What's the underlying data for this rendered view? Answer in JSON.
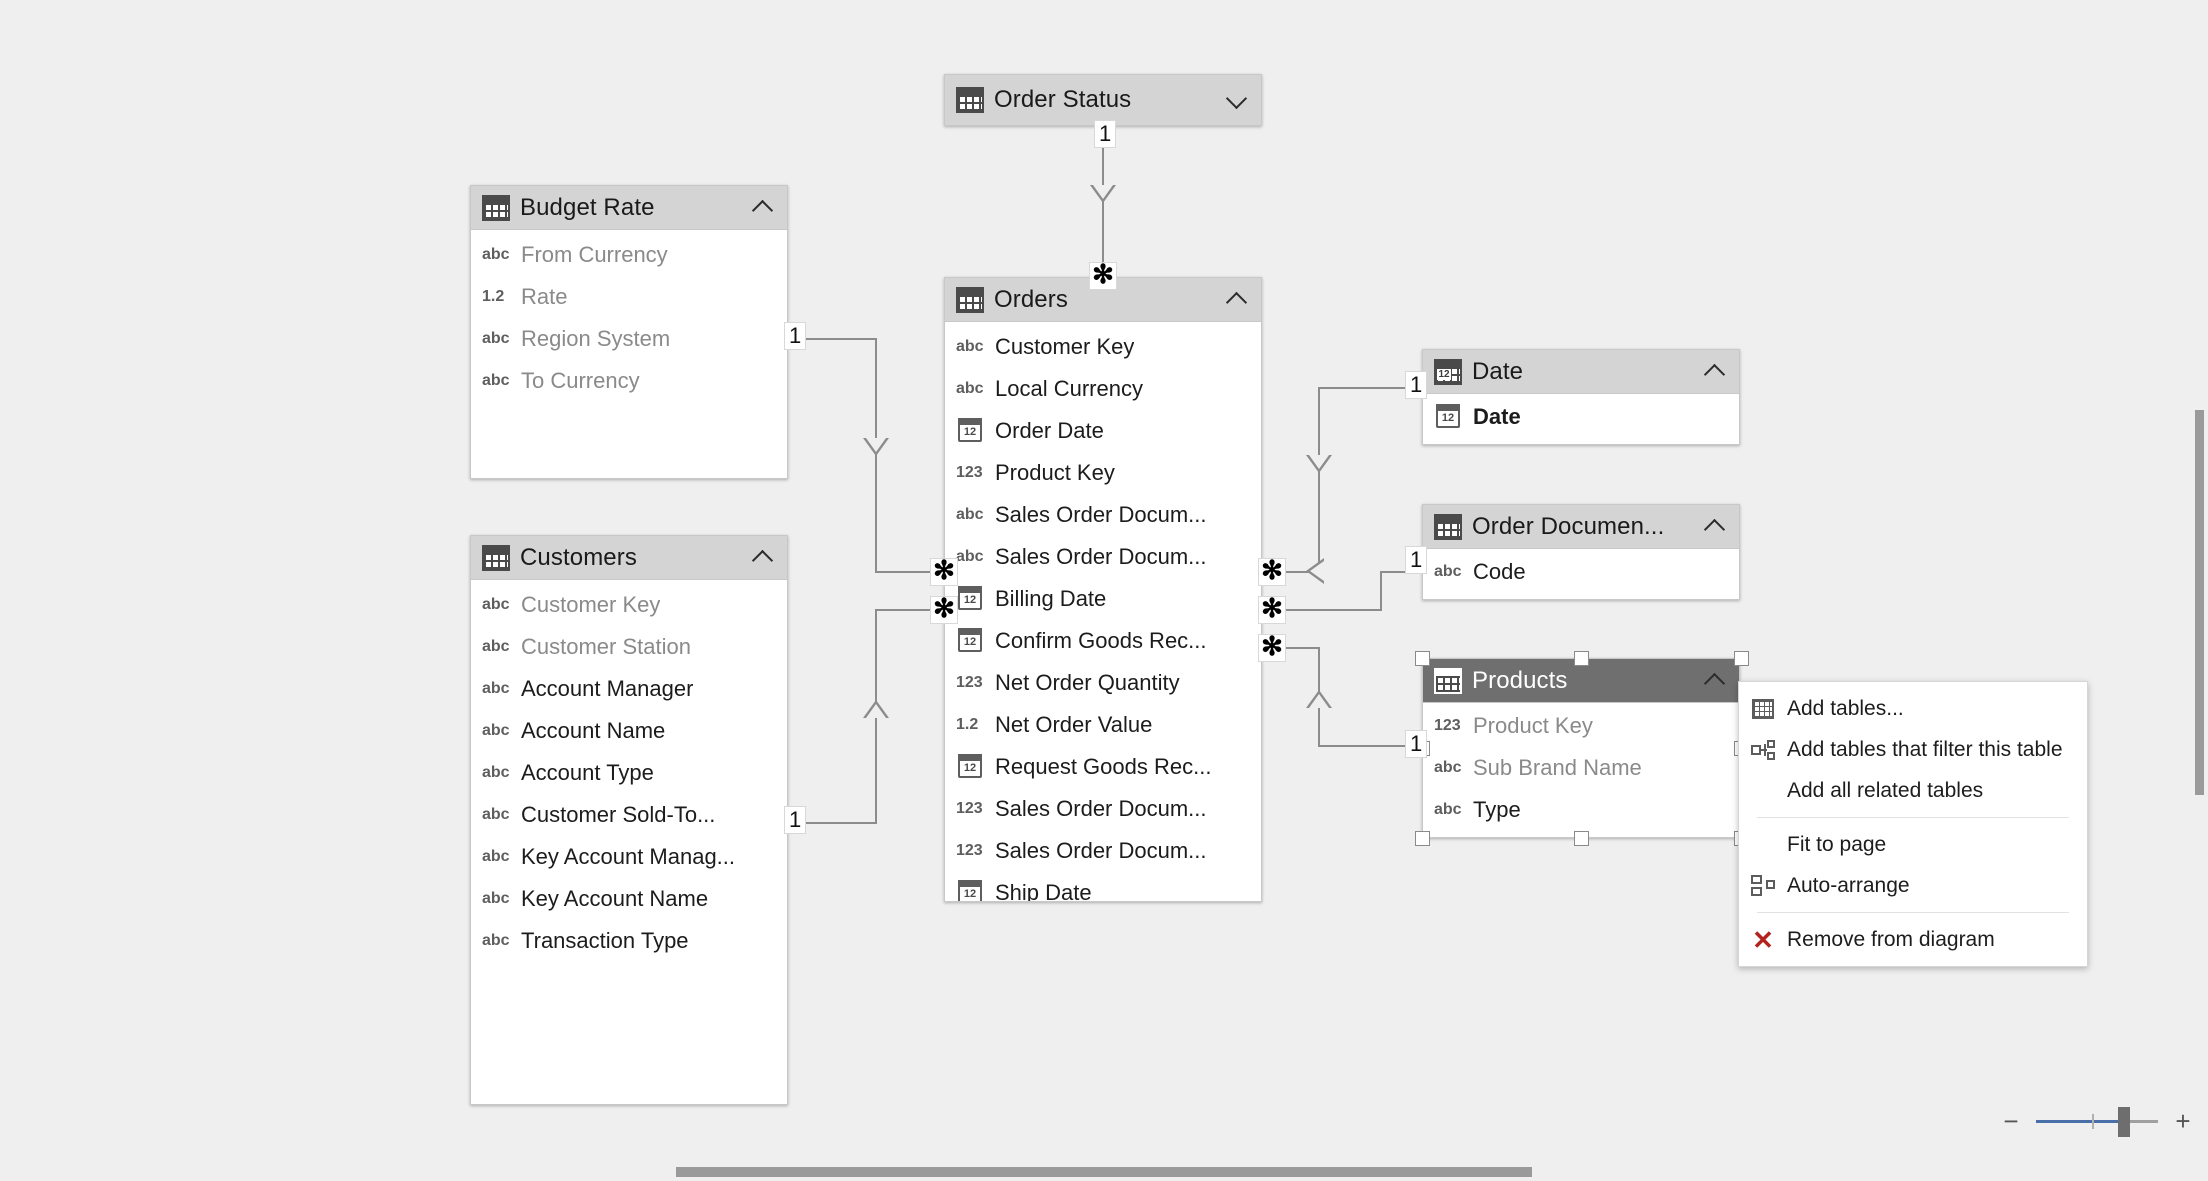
{
  "app": {
    "view": "Model diagram view"
  },
  "tables": [
    {
      "name": "Order Status",
      "icon": "table-icon",
      "chevron": "chevron-down-icon",
      "collapsed": true,
      "selected": false,
      "fields": []
    },
    {
      "name": "Budget Rate",
      "icon": "table-icon",
      "chevron": "chevron-up-icon",
      "collapsed": false,
      "selected": false,
      "fields": [
        {
          "label": "From Currency",
          "type": "abc",
          "dim": true
        },
        {
          "label": "Rate",
          "type": "1.2",
          "dim": true
        },
        {
          "label": "Region System",
          "type": "abc",
          "dim": true
        },
        {
          "label": "To Currency",
          "type": "abc",
          "dim": true
        }
      ]
    },
    {
      "name": "Customers",
      "icon": "table-icon",
      "chevron": "chevron-up-icon",
      "collapsed": false,
      "selected": false,
      "fields": [
        {
          "label": "Customer Key",
          "type": "abc",
          "dim": true
        },
        {
          "label": "Customer Station",
          "type": "abc",
          "dim": true
        },
        {
          "label": "Account Manager",
          "type": "abc",
          "dim": false
        },
        {
          "label": "Account Name",
          "type": "abc",
          "dim": false
        },
        {
          "label": "Account Type",
          "type": "abc",
          "dim": false
        },
        {
          "label": "Customer Sold-To...",
          "type": "abc",
          "dim": false
        },
        {
          "label": "Key Account Manag...",
          "type": "abc",
          "dim": false
        },
        {
          "label": "Key Account Name",
          "type": "abc",
          "dim": false
        },
        {
          "label": "Transaction Type",
          "type": "abc",
          "dim": false
        }
      ]
    },
    {
      "name": "Orders",
      "icon": "table-icon",
      "chevron": "chevron-up-icon",
      "collapsed": false,
      "selected": false,
      "fields": [
        {
          "label": "Customer Key",
          "type": "abc",
          "dim": false
        },
        {
          "label": "Local Currency",
          "type": "abc",
          "dim": false
        },
        {
          "label": "Order Date",
          "type": "date",
          "dim": false
        },
        {
          "label": "Product Key",
          "type": "123",
          "dim": false
        },
        {
          "label": "Sales Order Docum...",
          "type": "abc",
          "dim": false
        },
        {
          "label": "Sales Order Docum...",
          "type": "abc",
          "dim": false
        },
        {
          "label": "Billing Date",
          "type": "date",
          "dim": false
        },
        {
          "label": "Confirm Goods Rec...",
          "type": "date",
          "dim": false
        },
        {
          "label": "Net Order Quantity",
          "type": "123",
          "dim": false
        },
        {
          "label": "Net Order Value",
          "type": "1.2",
          "dim": false
        },
        {
          "label": "Request Goods Rec...",
          "type": "date",
          "dim": false
        },
        {
          "label": "Sales Order Docum...",
          "type": "123",
          "dim": false
        },
        {
          "label": "Sales Order Docum...",
          "type": "123",
          "dim": false
        },
        {
          "label": "Ship Date",
          "type": "date",
          "dim": false
        }
      ]
    },
    {
      "name": "Date",
      "icon": "date-table-icon",
      "chevron": "chevron-up-icon",
      "collapsed": false,
      "selected": false,
      "fields": [
        {
          "label": "Date",
          "type": "date",
          "dim": false,
          "bold": true
        }
      ]
    },
    {
      "name": "Order Documen...",
      "icon": "table-icon",
      "chevron": "chevron-up-icon",
      "collapsed": false,
      "selected": false,
      "fields": [
        {
          "label": "Code",
          "type": "abc",
          "dim": false
        }
      ]
    },
    {
      "name": "Products",
      "icon": "table-icon",
      "chevron": "chevron-up-icon",
      "collapsed": false,
      "selected": true,
      "fields": [
        {
          "label": "Product Key",
          "type": "123",
          "dim": true
        },
        {
          "label": "Sub Brand Name",
          "type": "abc",
          "dim": true
        },
        {
          "label": "Type",
          "type": "abc",
          "dim": false
        }
      ]
    }
  ],
  "relationships": [
    {
      "from": "Order Status",
      "to": "Orders",
      "from_card": "1",
      "to_card": "*"
    },
    {
      "from": "Budget Rate",
      "to": "Orders",
      "from_card": "1",
      "to_card": "*"
    },
    {
      "from": "Customers",
      "to": "Orders",
      "from_card": "1",
      "to_card": "*"
    },
    {
      "from": "Date",
      "to": "Orders",
      "from_card": "1",
      "to_card": "*"
    },
    {
      "from": "Order Documen...",
      "to": "Orders",
      "from_card": "1",
      "to_card": "*"
    },
    {
      "from": "Products",
      "to": "Orders",
      "from_card": "1",
      "to_card": "*"
    }
  ],
  "cardinality_labels": {
    "one": "1",
    "many": "✻"
  },
  "context_menu": {
    "items": [
      {
        "label": "Add tables...",
        "icon": "table-icon",
        "separator_after": false
      },
      {
        "label": "Add tables that filter this table",
        "icon": "filter-tables-icon",
        "separator_after": false
      },
      {
        "label": "Add all related tables",
        "icon": "none",
        "separator_after": true
      },
      {
        "label": "Fit to page",
        "icon": "none",
        "separator_after": false
      },
      {
        "label": "Auto-arrange",
        "icon": "auto-arrange-icon",
        "separator_after": true
      },
      {
        "label": "Remove from diagram",
        "icon": "remove-icon",
        "separator_after": false
      }
    ]
  },
  "zoom_control": {
    "minus": "−",
    "plus": "+",
    "accent": "#4a6fa8"
  }
}
